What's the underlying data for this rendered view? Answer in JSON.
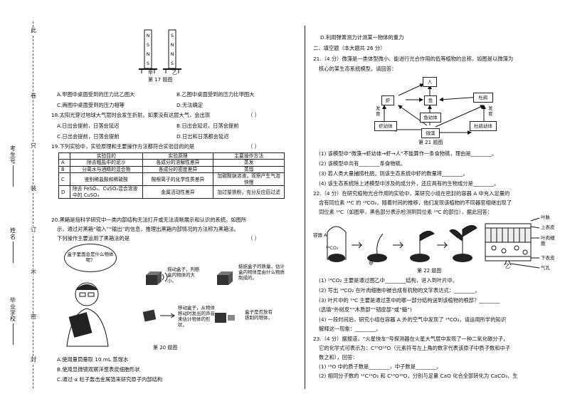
{
  "gutter": {
    "chars": [
      "此",
      "卷",
      "只",
      "装",
      "订",
      "不",
      "密",
      "封"
    ],
    "labels": [
      "考生号",
      "姓名",
      "毕业学校"
    ]
  },
  "q17": {
    "magnet_label": "N S N S",
    "magnet_label_b": "S N N S",
    "jia": "甲",
    "yi": "乙",
    "caption": "第 17 题图",
    "optA": "A.甲图中桌面受到的压力比乙图大",
    "optB": "B.乙图中桌面受到的压力比甲图大",
    "optC": "C.两图中桌面受到的压力相等",
    "optD": "D.无法确定"
  },
  "q18": {
    "stem": "18.太阳光穿过地球大气层时会发生折射。如果没有这层大气，会出现",
    "bracket": "（      ）",
    "optA": "A.日出会提前，日落会延迟",
    "optB": "B.日出会延迟，日落会提前",
    "optC": "C.日出会提前，日落会提前",
    "optD": "D.日出和日落都会延迟"
  },
  "q19": {
    "stem": "19.下列实验中，实验原理和主要操作方法都符合实验目的的是",
    "bracket": "（      ）",
    "headers": [
      "",
      "实验目的",
      "实验原理",
      "主要操作方法"
    ],
    "rows": [
      [
        "A",
        "除去粗盐中的泥沙",
        "各成分的溶解性差异",
        "蒸发"
      ],
      [
        "B",
        "分离水与酒精的混合物",
        "各成分的密度差异",
        "蒸馏"
      ],
      [
        "C",
        "鉴别稀盐酸和稀硫酸",
        "酸根离子的化学性质差异",
        "加碳酸钠溶液，观察产生气泡快慢"
      ],
      [
        "D",
        "除去 FeSO₄、CuSO₄混合溶液中的 CuSO₄",
        "金属活动性差异",
        "加过量铁粉，充分反应后过滤"
      ]
    ]
  },
  "q20": {
    "stem1": "20.黑箱是指科学研究中一类内部结构无法打开或无法清晰展示和认识的系统。如图所",
    "stem2": "示，通过对黑箱“输入”“输出”的信息，推理出黑箱内部情况的方法称为黑箱法。",
    "stem3": "下列操作主要运用了黑箱法的是",
    "bracket": "（      ）",
    "bubble_main": "盒子里面会是什么物体呢？",
    "ann1": "摇动盒子，判断盒内物体的大小。",
    "ann2": "掂掂盒子的质量，估计盒内物体是由什么物质制成的。",
    "ann3": "移动盒子，从物体移动时发出的声音来估计物体的形状。",
    "ann4": "盒子是否放有铁制的物体。",
    "caption": "第 20 题图",
    "optA": "A.使用量筒量取 10 mL 蒸馏水",
    "optB": "B.使用显微镜观察洋葱表皮细胞形状",
    "optC": "C.通过 α 粒子轰击金属箔来研究原子内部结构",
    "optD": "D.利用弹簧测力计测某一物体的重力"
  },
  "section2": {
    "title": "二、填空题（本大题共 26 分）"
  },
  "q21": {
    "stem1": "21.（4 分）微藻是一类体型微小、能进行光合作用的低等植物的总称，如图是以微藻为",
    "stem2": "核心的某生态系统模型。请回答：",
    "nodes": [
      "人",
      "虾",
      "鱼",
      "杜鹃",
      "虾幼体",
      "微藻",
      "鱼幼体",
      "杜鹃幼体"
    ],
    "edge_label": "发育",
    "caption": "第 21 题图",
    "sub1": "(1) 该模型中“微藻→虾幼体→虾→人”不能算作一条食物链，理由是________。",
    "sub2": "(2) 该模型中共有________条食物链。",
    "sub3": "(3) 若人类大量捕捞杜鹃，则该生态系统中虾的数量将________。",
    "sub4": "(4) 该生态系统除上述模型中涉及的成分外，还应具有的生物成分是________。"
  },
  "q22": {
    "stem1": "22.（4 分）在研究植物光合作用的实验中，某研究小组在密封的容器 A 中充入足量的",
    "stem2": "含有同位素 ¹⁴C 的 ¹⁴CO₂，随着时间的推移，他们发现该植物的不同器官相继出现了",
    "stem3": "同位素 ¹⁴C（如图甲，黑色部分表示检测到同位素 ¹⁴C 的部位），据此回答：",
    "container": "容器 A",
    "co2": "¹⁴CO₂",
    "leaf_labels": [
      "叶脉",
      "上表皮",
      "叶肉细胞",
      "下表皮",
      "气孔"
    ],
    "jia": "甲",
    "yi": "乙",
    "caption": "第 22 题图",
    "sub1": "(1) ¹⁴CO₂ 主要是通过图乙中________结构，进入到叶片中。",
    "sub2": "(2) 写出 ¹⁴CO₂ 在叶肉细胞中被合成有机物的文字表达式：________。",
    "sub3a": "(3) 叶片中的 ¹⁴C 主要是通过茎中的哪一部分结构送到该植物的根部？________",
    "sub3b": "(选填“外树皮”“木质部”“韧皮部”或“髓”)",
    "sub4a": "(4) 一段时间后，研究小组在容器 A 外的空气中发现了 ¹⁴CO₂，请运用所学的知识",
    "sub4b": "解释这一现象：________。"
  },
  "q23": {
    "stem1": "23.（4 分）据报道，“火星快车”号探测器在火星大气层中发现了一种二氧化碳分子，",
    "stem2": "它的化学式可表示为：C¹⁶O¹⁸O（元素符号左上角的数字代表该原子中质子数和中子",
    "stem3": "数之和），回答：",
    "sub1": "(1) ¹⁸O 中的质子数是________，中子数是________。",
    "sub2": "(2) 相同分子数的 ¹²C¹⁶O₂ 和 C¹⁶O¹⁸O，分别与足量 CaO 化合全部转化为 CaCO₃，生"
  }
}
